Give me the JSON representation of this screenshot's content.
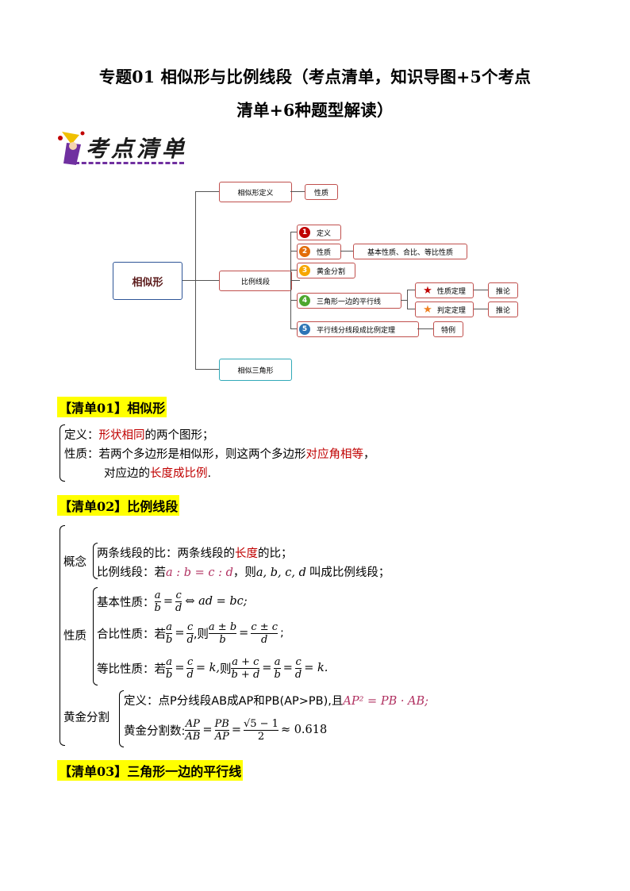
{
  "title": {
    "line1": "专题01  相似形与比例线段（考点清单，知识导图+5个考点",
    "line2": "清单+6种题型解读）"
  },
  "logo": {
    "text": "考点清单"
  },
  "mindmap": {
    "root": "相似形",
    "branch1": "相似形定义",
    "branch1_child": "性质",
    "branch2": "比例线段",
    "items": [
      {
        "num": "1",
        "label": "定义",
        "color": "#c00000"
      },
      {
        "num": "2",
        "label": "性质",
        "color": "#e36c09",
        "child": "基本性质、合比、等比性质"
      },
      {
        "num": "3",
        "label": "黄金分割",
        "color": "#f7a600"
      },
      {
        "num": "4",
        "label": "三角形一边的平行线",
        "color": "#4ea72e",
        "subs": [
          {
            "label": "性质定理",
            "child": "推论"
          },
          {
            "label": "判定定理",
            "child": "推论"
          }
        ]
      },
      {
        "num": "5",
        "label": "平行线分线段成比例定理",
        "color": "#2e75b6",
        "child": "特例"
      }
    ],
    "branch3": "相似三角形"
  },
  "sec1": {
    "head_open": "【清单",
    "head_num": "01",
    "head_close": "】相似形",
    "def_label": "定义：",
    "def_red": "形状相同",
    "def_rest": "的两个图形；",
    "prop_label": "性质：若两个多边形是相似形，则这两个多边形",
    "prop_red": "对应角相等",
    "prop_end": "，",
    "prop2_pre": "对应边的",
    "prop2_red": "长度成比例",
    "prop2_end": "."
  },
  "sec2": {
    "head_open": "【清单",
    "head_num": "02",
    "head_close": "】比例线段",
    "concept": "概念",
    "c1_pre": "两条线段的比：两条线段的",
    "c1_red": "长度",
    "c1_end": "的比；",
    "c2_pre": "比例线段：若",
    "c2_math": "a : b = c : d",
    "c2_mid": "，则",
    "c2_vars": "a, b, c, d",
    "c2_end": "叫成比例线段；",
    "property": "性质",
    "p1_label": "基本性质：",
    "p1_result": "⇔ ad = bc;",
    "p2_label": "合比性质：若",
    "p2_then": ",则",
    "p2_end": ";",
    "p3_label": "等比性质：若",
    "p3_k": "= k,",
    "p3_then": "则",
    "p3_end": "= k.",
    "golden": "黄金分割",
    "g1_pre": "定义：点P分线段AB成AP和PB(AP>PB),且",
    "g1_math": "AP² = PB · AB;",
    "g2_label": "黄金分割数:",
    "g2_result": "≈ 0.618",
    "frac": {
      "a": "a",
      "b": "b",
      "c": "c",
      "d": "d",
      "apb": "a ± b",
      "cpd": "c ± c",
      "aplusc": "a + c",
      "bplusd": "b + d",
      "AP": "AP",
      "AB": "AB",
      "PB": "PB",
      "sqrt": "√5 − 1",
      "two": "2"
    }
  },
  "sec3": {
    "head_open": "【清单",
    "head_num": "03",
    "head_close": "】三角形一边的平行线"
  }
}
